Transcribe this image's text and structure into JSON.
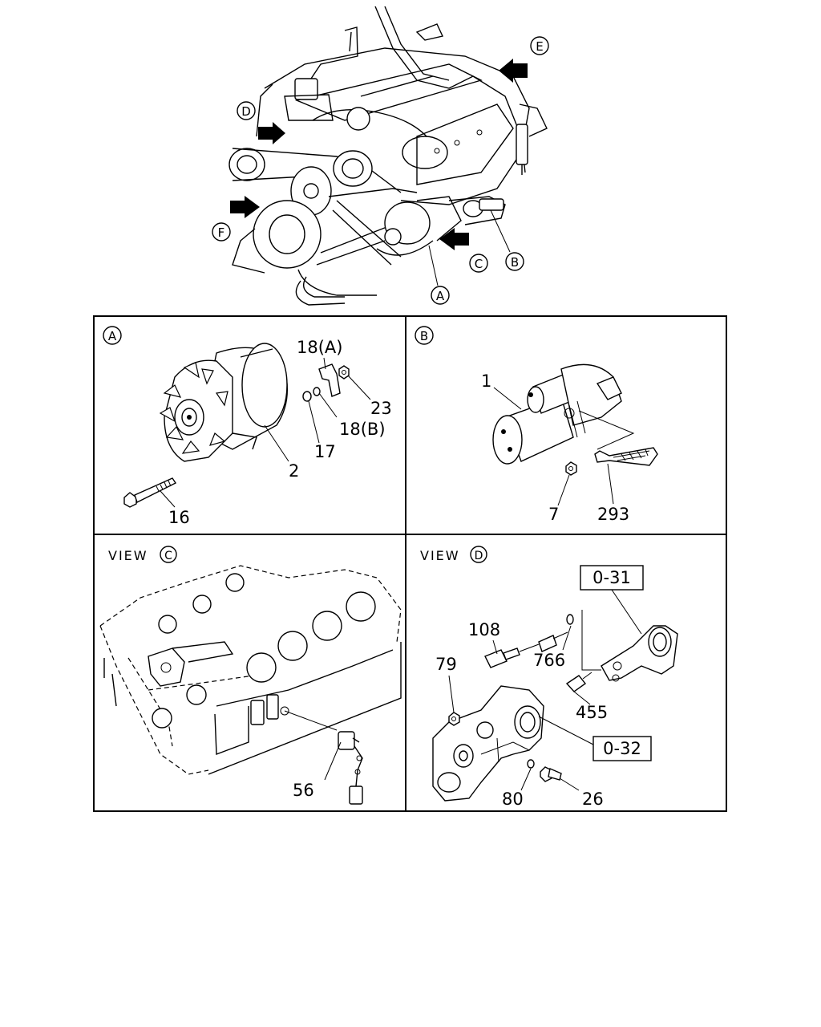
{
  "top_callouts": {
    "A": "A",
    "B": "B",
    "C": "C",
    "D": "D",
    "E": "E",
    "F": "F"
  },
  "panels": {
    "a": {
      "marker": "A",
      "labels": {
        "p18a": "18(A)",
        "p23": "23",
        "p18b": "18(B)",
        "p17": "17",
        "p2": "2",
        "p16": "16"
      }
    },
    "b": {
      "marker": "B",
      "labels": {
        "p1": "1",
        "p7": "7",
        "p293": "293"
      }
    },
    "c": {
      "view_text": "VIEW",
      "marker": "C",
      "labels": {
        "p56": "56"
      }
    },
    "d": {
      "view_text": "VIEW",
      "marker": "D",
      "labels": {
        "p108": "108",
        "p766": "766",
        "p79": "79",
        "p455": "455",
        "p80": "80",
        "p26": "26"
      },
      "ref_boxes": {
        "r031": "0-31",
        "r032": "0-32"
      }
    }
  }
}
